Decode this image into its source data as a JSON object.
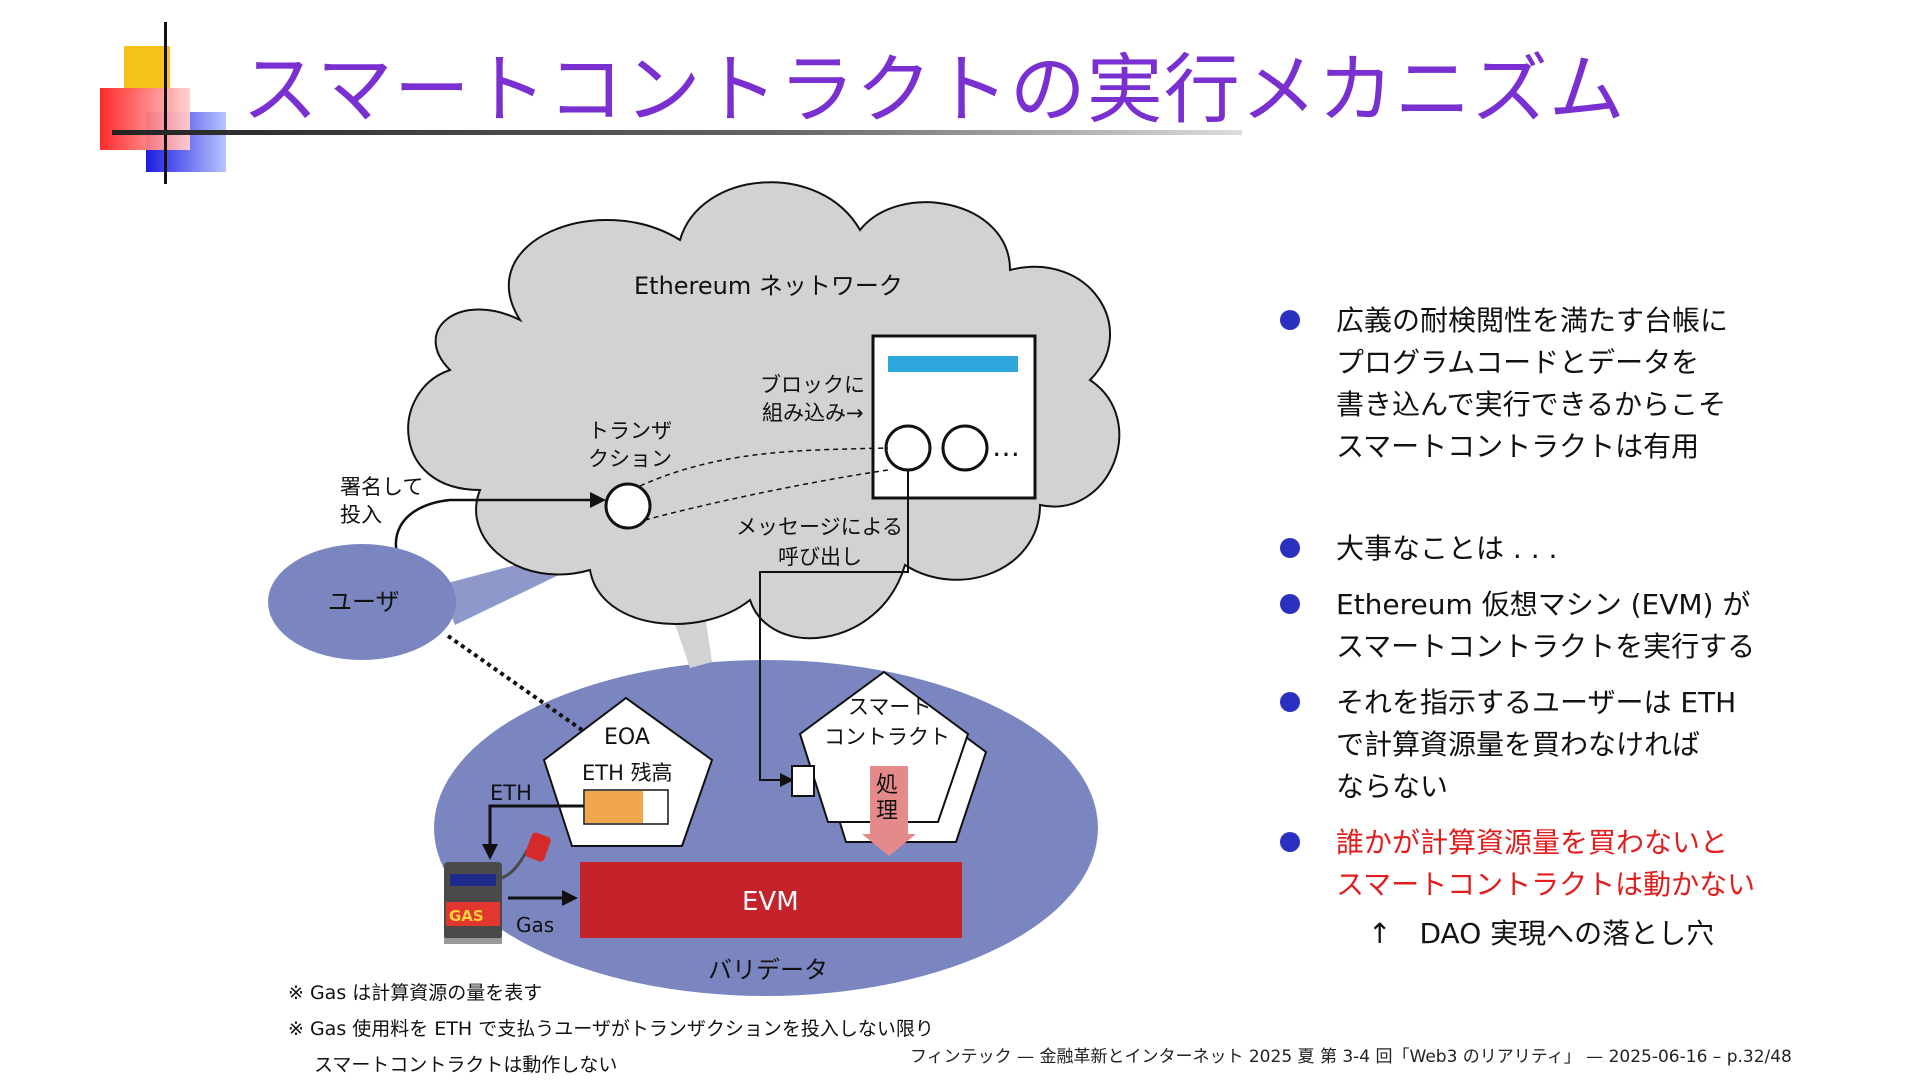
{
  "title": "スマートコントラクトの実行メカニズム",
  "diagram": {
    "cloud_label": "Ethereum ネットワーク",
    "block_note_1": "ブロックに",
    "block_note_2": "組み込み→",
    "tx_label_1": "トランザ",
    "tx_label_2": "クション",
    "sign_label_1": "署名して",
    "sign_label_2": "投入",
    "message_label_1": "メッセージによる",
    "message_label_2": "呼び出し",
    "ellipsis": "…",
    "user_label": "ユーザ",
    "eoa_label": "EOA",
    "eth_balance_label": "ETH 残高",
    "eth_label": "ETH",
    "contract_label_1": "スマート",
    "contract_label_2": "コントラクト",
    "process_label": "処\n理",
    "evm_label": "EVM",
    "gas_label": "Gas",
    "gas_pump_label": "GAS",
    "validator_label": "バリデータ"
  },
  "bullets": [
    {
      "text": "広義の耐検閲性を満たす台帳に\nプログラムコードとデータを\n書き込んで実行できるからこそ\nスマートコントラクトは有用",
      "red": false
    },
    {
      "text": "大事なことは . . .",
      "red": false
    },
    {
      "text": "Ethereum 仮想マシン (EVM) が\nスマートコントラクトを実行する",
      "red": false
    },
    {
      "text": "それを指示するユーザーは ETH\nで計算資源量を買わなければ\nならない",
      "red": false
    },
    {
      "text": "誰かが計算資源量を買わないと\nスマートコントラクトは動かない",
      "red": true
    }
  ],
  "subnote": "↑　DAO 実現への落とし穴",
  "notes": [
    "※ Gas は計算資源の量を表す",
    "※ Gas 使用料を ETH で支払うユーザがトランザクションを投入しない限り",
    "スマートコントラクトは動作しない"
  ],
  "footer": "フィンテック — 金融革新とインターネット 2025 夏 第 3-4 回「Web3 のリアリティ」 — 2025-06-16 – p.32/48",
  "colors": {
    "title": "#7a2fd0",
    "bullet_dot": "#2a30c0",
    "alert": "#e01e1e",
    "cloud": "#d2d2d4",
    "validator": "#7b86c0",
    "evm": "#c5232c"
  }
}
